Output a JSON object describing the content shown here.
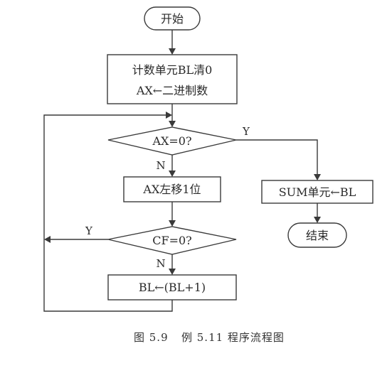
{
  "flowchart": {
    "start": "开始",
    "init_line1": "计数单元BL清0",
    "init_line2": "AX←二进制数",
    "decision_ax": "AX=0?",
    "shift": "AX左移1位",
    "decision_cf": "CF=0?",
    "increment": "BL←(BL+1)",
    "store_sum": "SUM单元←BL",
    "end": "结束",
    "label_yes_ax": "Y",
    "label_no_ax": "N",
    "label_yes_cf": "Y",
    "label_no_cf": "N"
  },
  "caption": {
    "figure_number": "图 5.9",
    "figure_title": "例 5.11 程序流程图"
  }
}
